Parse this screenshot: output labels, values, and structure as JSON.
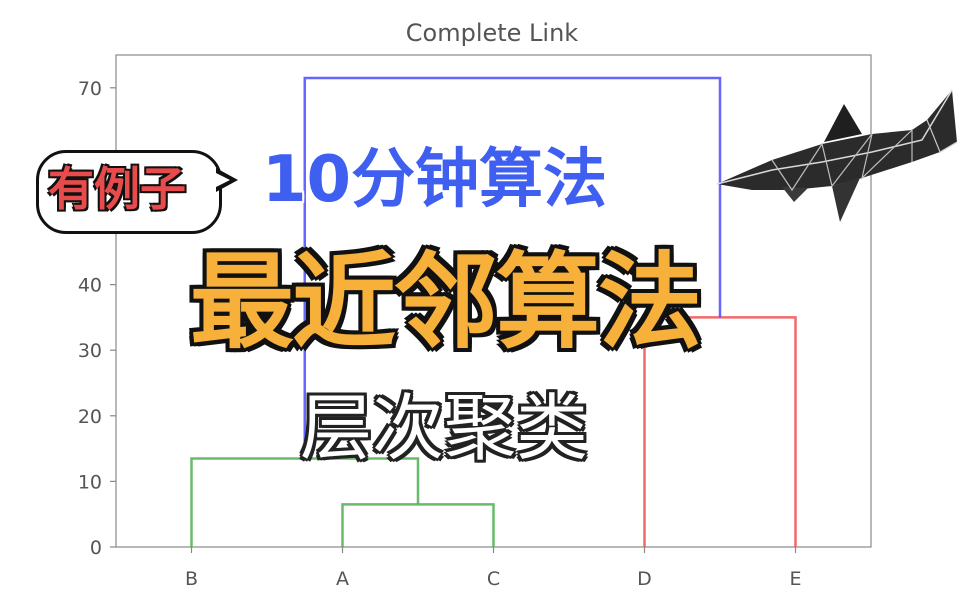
{
  "chart_data": {
    "type": "dendrogram",
    "title": "Complete Link",
    "leaves": [
      "B",
      "A",
      "C",
      "D",
      "E"
    ],
    "ylim": [
      0,
      75
    ],
    "yticks": [
      0,
      10,
      20,
      30,
      40,
      70
    ],
    "merges": [
      {
        "left": "A",
        "right": "C",
        "height": 6.5,
        "color": "#4caf50"
      },
      {
        "left": "B",
        "right": "A+C",
        "height": 13.5,
        "color": "#4caf50"
      },
      {
        "left": "D",
        "right": "E",
        "height": 35,
        "color": "#f05050"
      },
      {
        "left": "B+A+C",
        "right": "D+E",
        "height": 71.5,
        "color": "#4a4aff"
      }
    ]
  },
  "overlay": {
    "badge_text": "有例子",
    "subtitle_top": "10分钟算法",
    "headline": "最近邻算法",
    "subtitle_bottom": "层次聚类"
  },
  "decoration": {
    "shark_icon": "origami-shark-icon"
  }
}
